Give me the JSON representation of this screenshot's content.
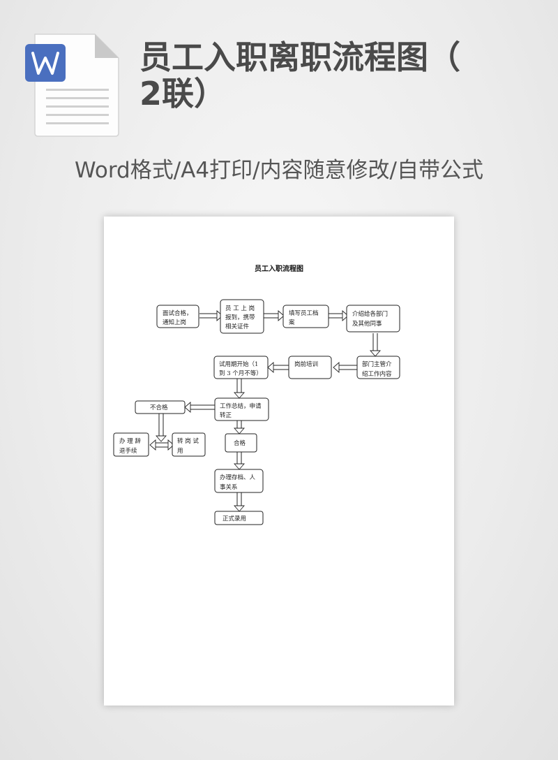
{
  "banner": {
    "icon": "word-document-icon",
    "icon_letter": "W",
    "accent": "#4a6fbf",
    "title_line1": "员工入职离职流程图（",
    "title_line2": "2联）",
    "subtitle": "Word格式/A4打印/内容随意修改/自带公式"
  },
  "document": {
    "title": "员工入职流程图",
    "nodes": {
      "interview_pass": [
        "面试合格，",
        "通知上岗"
      ],
      "report_for_duty": [
        "员 工 上 岗",
        "报到，携带",
        "相关证件"
      ],
      "fill_archive": [
        "填写员工档",
        "案"
      ],
      "introduce_departments": [
        "介绍给各部门",
        "及其他同事"
      ],
      "supervisor_intro": [
        "部门主管介",
        "绍工作内容"
      ],
      "pre_job_training": [
        "岗前培训"
      ],
      "probation_start": [
        "试用期开始（1",
        "到 3 个月不等）"
      ],
      "work_summary": [
        "工作总结，申请",
        "转正"
      ],
      "not_qualified": [
        "不合格"
      ],
      "resignation": [
        "办 理 辞",
        "退手续"
      ],
      "transfer_probation": [
        "转 岗 试",
        "用"
      ],
      "qualified": [
        "合格"
      ],
      "archive_personnel": [
        "办理存档、人",
        "事关系"
      ],
      "formal_hire": [
        "正式录用"
      ]
    }
  }
}
